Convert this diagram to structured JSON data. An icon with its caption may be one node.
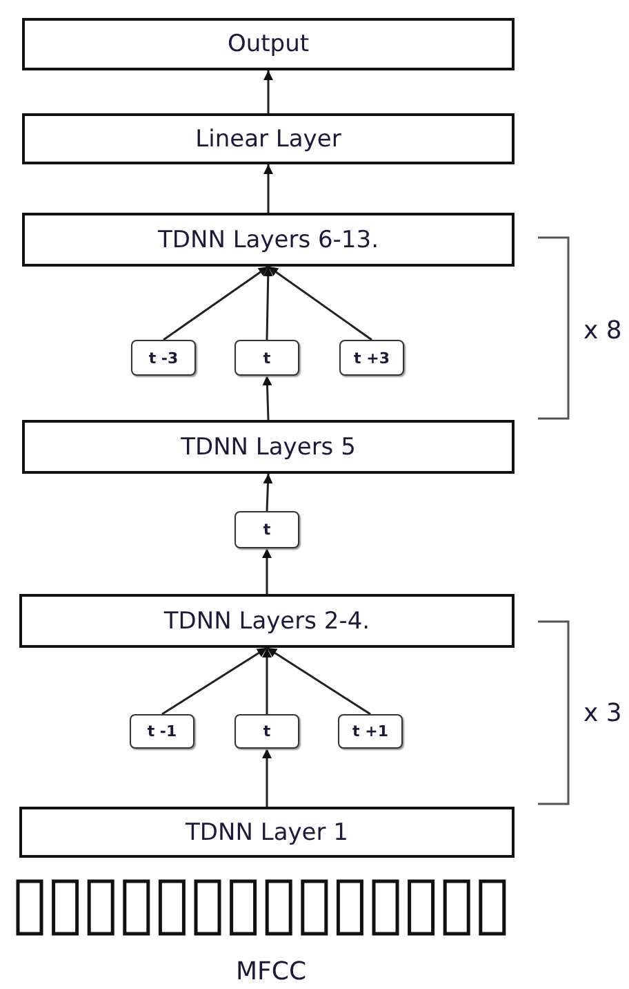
{
  "diagram": {
    "nodes": [
      {
        "text": [
          "Output"
        ]
      },
      {
        "text": [
          "Linear Layer"
        ]
      },
      {
        "text": [
          "TDNN Layers 6-13."
        ]
      },
      {
        "text": [
          "t -3"
        ]
      },
      {
        "text": [
          "t"
        ]
      },
      {
        "text": [
          "t +3"
        ]
      },
      {
        "text": [
          "TDNN Layers 5"
        ]
      },
      {
        "text": [
          "t"
        ]
      },
      {
        "text": [
          "TDNN Layers 2-4."
        ]
      },
      {
        "text": [
          "t -1"
        ]
      },
      {
        "text": [
          "t"
        ]
      },
      {
        "text": [
          "t +1"
        ]
      },
      {
        "text": [
          "TDNN Layer 1"
        ]
      }
    ],
    "edges": [
      {
        "from": 1,
        "to": 0,
        "arrow": "to"
      },
      {
        "from": 2,
        "to": 1,
        "arrow": "to"
      },
      {
        "from": 3,
        "to": 2,
        "arrow": "to"
      },
      {
        "from": 4,
        "to": 2,
        "arrow": "to"
      },
      {
        "from": 5,
        "to": 2,
        "arrow": "to"
      },
      {
        "from": 6,
        "to": 4,
        "arrow": "to"
      },
      {
        "from": 7,
        "to": 6,
        "arrow": "to"
      },
      {
        "from": 8,
        "to": 7,
        "arrow": "to"
      },
      {
        "from": 9,
        "to": 8,
        "arrow": "to"
      },
      {
        "from": 10,
        "to": 8,
        "arrow": "to"
      },
      {
        "from": 11,
        "to": 8,
        "arrow": "to"
      },
      {
        "from": 12,
        "to": 10,
        "arrow": "to"
      }
    ],
    "labels": [
      "x 8",
      "x 3",
      "MFCC"
    ]
  }
}
